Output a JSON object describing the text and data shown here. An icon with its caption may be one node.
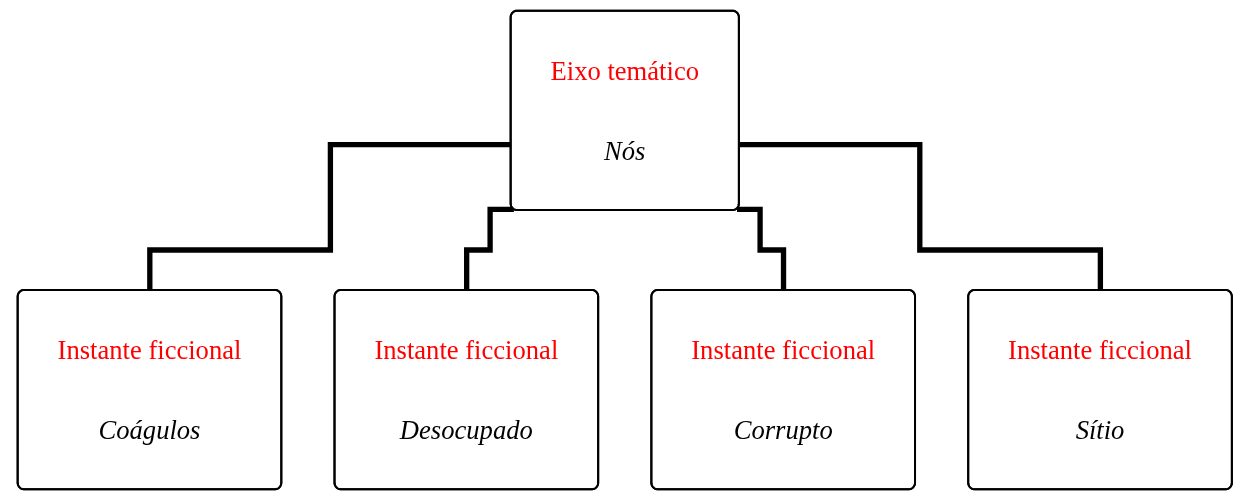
{
  "diagram": {
    "nodes": [
      {
        "text": [
          "Eixo temático",
          "Nós"
        ]
      },
      {
        "text": [
          "Instante ficcional",
          "Coágulos"
        ]
      },
      {
        "text": [
          "Instante ficcional",
          "Desocupado"
        ]
      },
      {
        "text": [
          "Instante ficcional",
          "Corrupto"
        ]
      },
      {
        "text": [
          "Instante ficcional",
          "Sítio"
        ]
      }
    ],
    "edges": [
      {
        "from": 0,
        "to": 1,
        "arrow": "none"
      },
      {
        "from": 0,
        "to": 2,
        "arrow": "none"
      },
      {
        "from": 0,
        "to": 3,
        "arrow": "none"
      },
      {
        "from": 0,
        "to": 4,
        "arrow": "none"
      }
    ]
  }
}
